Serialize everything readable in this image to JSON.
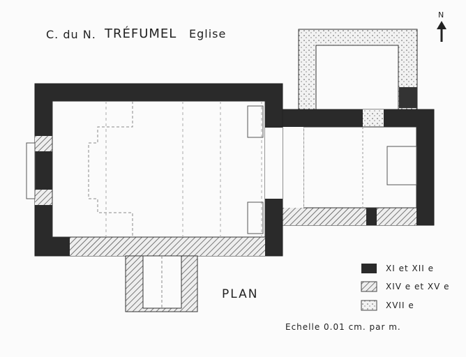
{
  "title": {
    "region": "C. du N.",
    "commune": "TRÉFUMEL",
    "building": "Eglise"
  },
  "north_label": "N",
  "plan_label": "PLAN",
  "scale": "Echelle 0.01 cm. par m.",
  "legend": [
    {
      "label": "XI et XII e",
      "pattern": "solid-dark",
      "color": "#2a2a2a"
    },
    {
      "label": "XIV e et XV e",
      "pattern": "hatched",
      "color": "#555555"
    },
    {
      "label": "XVII e",
      "pattern": "dotted",
      "color": "#888888"
    }
  ]
}
